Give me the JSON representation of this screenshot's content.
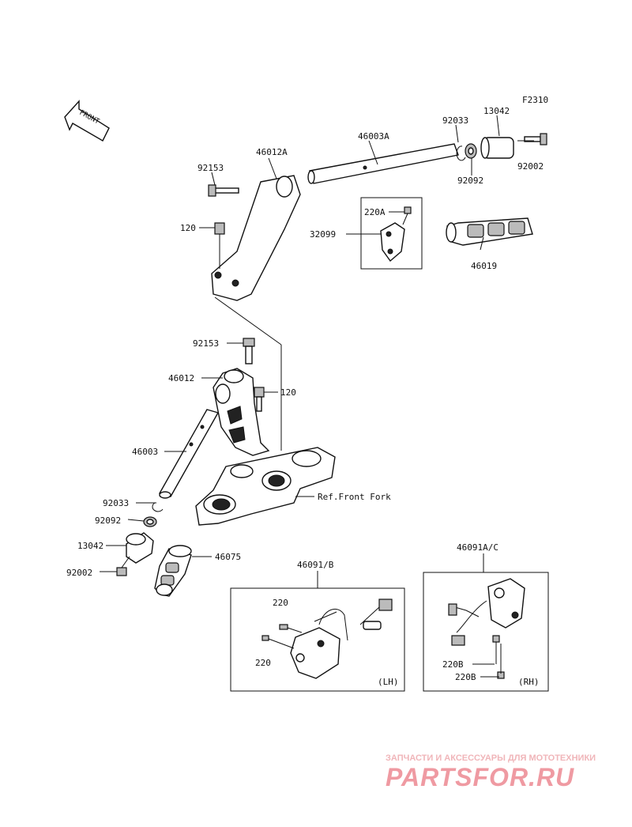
{
  "figure_code": "F2310",
  "front_arrow": "FRONT",
  "labels": {
    "p46003A": "46003A",
    "p92033_r": "92033",
    "p13042_r": "13042",
    "p92002_r": "92002",
    "p92092_r": "92092",
    "p46012A": "46012A",
    "p92153_top": "92153",
    "p120_top": "120",
    "p220A": "220A",
    "p32099": "32099",
    "p46019": "46019",
    "p92153_mid": "92153",
    "p46012": "46012",
    "p120_mid": "120",
    "p46003": "46003",
    "p92033_l": "92033",
    "p92092_l": "92092",
    "p13042_l": "13042",
    "p92002_l": "92002",
    "p46075": "46075",
    "ref_front_fork": "Ref.Front Fork",
    "p46091B": "46091/B",
    "p46091AC": "46091A/C",
    "p220_a": "220",
    "p220_b": "220",
    "lh": "(LH)",
    "p220B_a": "220B",
    "p220B_b": "220B",
    "rh": "(RH)"
  },
  "watermark": {
    "line1": "ЗАПЧАСТИ И АКСЕССУАРЫ ДЛЯ МОТОТЕХНИКИ",
    "line2": "PARTSFOR.RU"
  },
  "colors": {
    "ink": "#111111",
    "watermark": "#ef9aa2"
  }
}
